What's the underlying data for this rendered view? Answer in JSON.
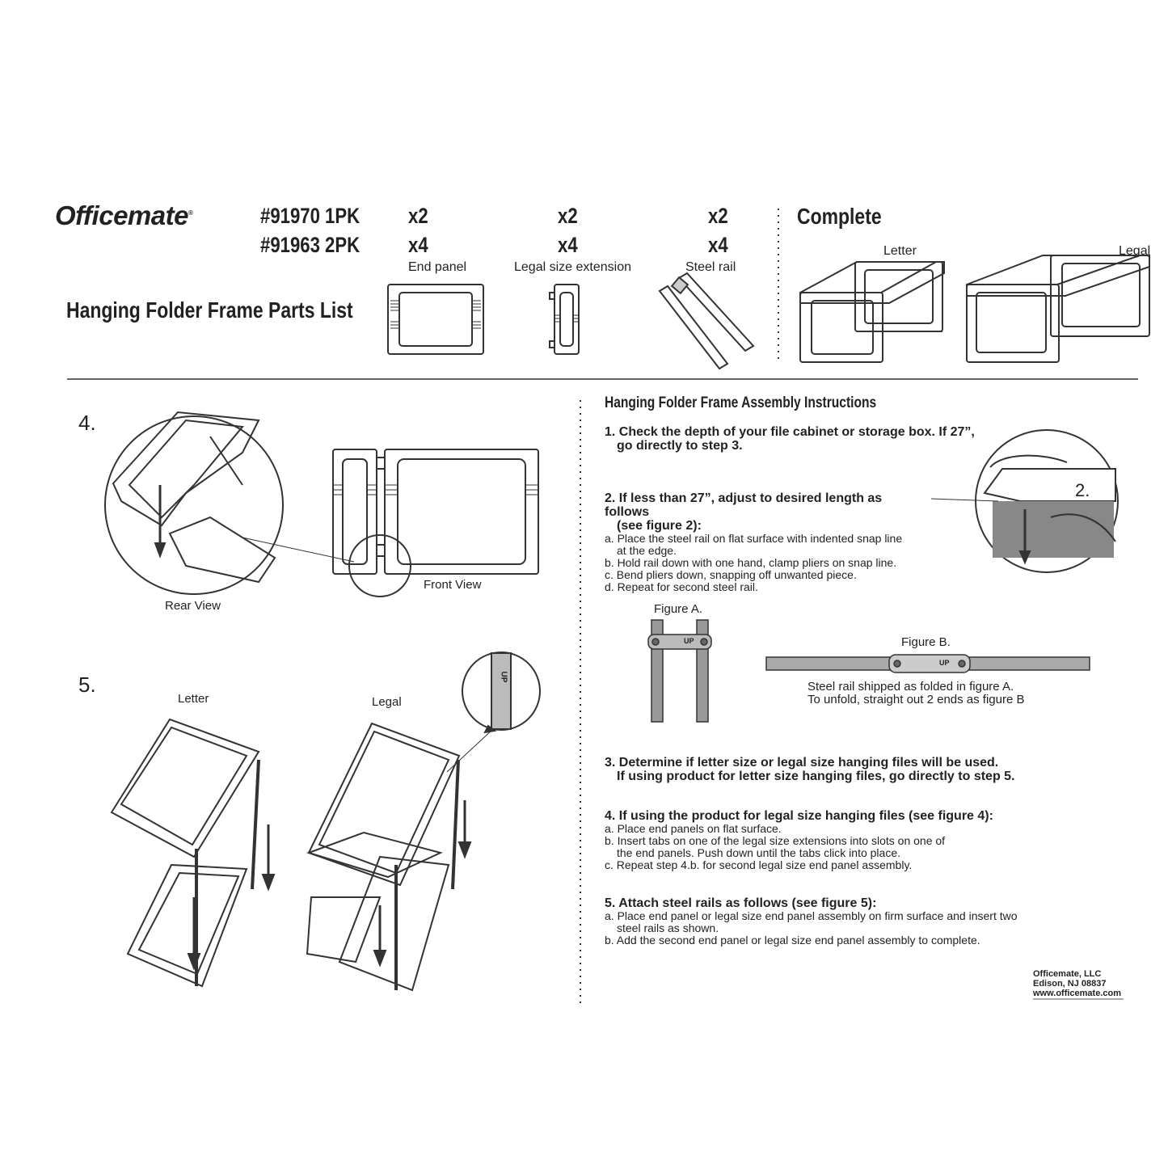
{
  "header": {
    "brand": "Officemate",
    "brand_mark": "®",
    "sku_1pk": "#91970  1PK",
    "sku_2pk": "#91963  2PK",
    "title": "Hanging Folder Frame Parts List",
    "complete_label": "Complete",
    "complete_letter": "Letter",
    "complete_legal": "Legal"
  },
  "parts": [
    {
      "qty_1pk": "x2",
      "qty_2pk": "x4",
      "label": "End panel"
    },
    {
      "qty_1pk": "x2",
      "qty_2pk": "x4",
      "label": "Legal size extension"
    },
    {
      "qty_1pk": "x2",
      "qty_2pk": "x4",
      "label": "Steel rail"
    }
  ],
  "step4": {
    "number": "4.",
    "rear_view": "Rear View",
    "front_view": "Front View"
  },
  "step5": {
    "number": "5.",
    "letter": "Letter",
    "legal": "Legal"
  },
  "figures": {
    "fig_a": "Figure A.",
    "fig_b": "Figure B.",
    "fig2_label": "2.",
    "rail_up": "UP",
    "caption_1": "Steel rail shipped as folded in figure A.",
    "caption_2": "To unfold, straight out 2 ends as figure B"
  },
  "instructions": {
    "title": "Hanging Folder Frame Assembly Instructions",
    "s1_line1": "1. Check the depth of your file cabinet or storage box.  If 27”,",
    "s1_line2": "go directly to step 3.",
    "s2_line1": "2. If less than 27”, adjust to desired length as follows",
    "s2_line2": "(see figure 2):",
    "s2_a1": "a. Place the steel rail on flat surface with indented snap line",
    "s2_a2": "at the edge.",
    "s2_b": "b. Hold rail down with one hand, clamp pliers on snap line.",
    "s2_c": "c. Bend pliers down, snapping off unwanted piece.",
    "s2_d": "d. Repeat for second steel rail.",
    "s3_line1": "3. Determine if letter size or legal size hanging files will be used.",
    "s3_line2": "If using product for letter size hanging files, go directly to step 5.",
    "s4_line1": "4. If using the product for legal size hanging files (see figure 4):",
    "s4_a": "a. Place end panels on flat surface.",
    "s4_b1": "b. Insert tabs on one of the legal size extensions into slots on one of",
    "s4_b2": "the end panels. Push down until the tabs click into place.",
    "s4_c": "c. Repeat step 4.b. for second legal size end panel assembly.",
    "s5_line1": "5. Attach steel rails as follows (see figure 5):",
    "s5_a1": "a. Place end panel or legal size end panel assembly on firm surface and insert two",
    "s5_a2": "steel rails as shown.",
    "s5_b": "b. Add the second end panel or legal size end panel assembly to complete."
  },
  "address": {
    "line1": "Officemate, LLC",
    "line2": "Edison, NJ 08837",
    "line3": "www.officemate.com"
  }
}
